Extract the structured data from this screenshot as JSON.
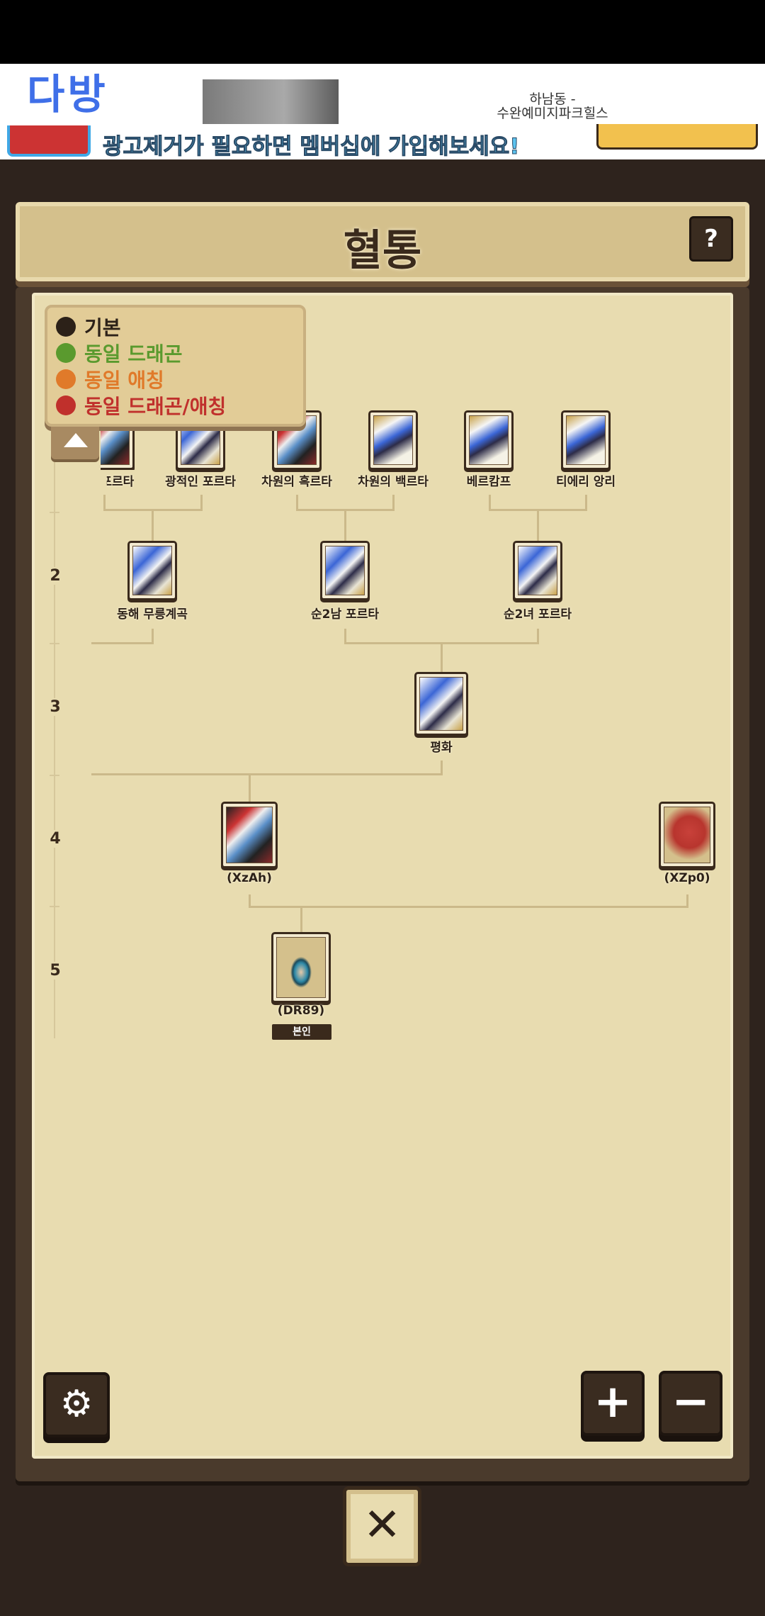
{
  "ad": {
    "logo": "다방",
    "listing_text": "하남동 -\n수완예미지파크힐스",
    "game_banner": "광고제거가 필요하면 멤버십에 가입해보세요!"
  },
  "header": {
    "title": "혈통",
    "help_label": "?"
  },
  "legend": {
    "items": [
      {
        "label": "기본",
        "color": "#2c2118"
      },
      {
        "label": "동일 드래곤",
        "color": "#5a9a2e"
      },
      {
        "label": "동일 애칭",
        "color": "#e07a2a"
      },
      {
        "label": "동일 드래곤/애칭",
        "color": "#c0302c"
      }
    ]
  },
  "generations": [
    "2",
    "3",
    "4",
    "5"
  ],
  "tree": {
    "gen1": [
      {
        "name": "의 포르타",
        "art": "dark"
      },
      {
        "name": "광적인 포르타",
        "art": "white"
      },
      {
        "name": "차원의 흑르타",
        "art": "dark"
      },
      {
        "name": "차원의 백르타",
        "art": "gold"
      },
      {
        "name": "베르캄프",
        "art": "gold"
      },
      {
        "name": "티에리 앙리",
        "art": "gold"
      }
    ],
    "gen2": [
      {
        "name": "동해 무릉계곡",
        "art": "white"
      },
      {
        "name": "순2남 포르타",
        "art": "white"
      },
      {
        "name": "순2녀 포르타",
        "art": "white"
      }
    ],
    "gen3": [
      {
        "name": "평화",
        "art": "white"
      }
    ],
    "gen4": [
      {
        "name": "(XzAh)",
        "art": "dark"
      },
      {
        "name": "(XZp0)",
        "art": "red"
      }
    ],
    "gen5": [
      {
        "name": "(DR89)",
        "art": "egg",
        "badge": "본인"
      }
    ]
  },
  "controls": {
    "settings": "⚙",
    "zoom_in": "+",
    "zoom_out": "−",
    "close": "✕"
  }
}
